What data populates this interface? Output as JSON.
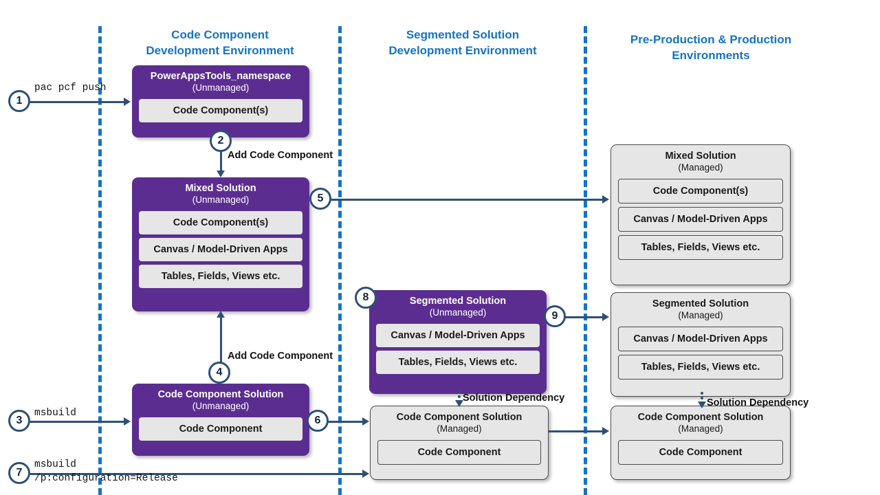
{
  "lanes": [
    {
      "title_line1": "Code Component",
      "title_line2": "Development Environment"
    },
    {
      "title_line1": "Segmented Solution",
      "title_line2": "Development Environment"
    },
    {
      "title_line1": "Pre-Production & Production",
      "title_line2": "Environments"
    }
  ],
  "colors": {
    "lane_divider": "#1373CA",
    "lane_title": "#1573C6",
    "unmanaged_fill": "#5C2D91",
    "managed_fill": "#E6E6E6",
    "connector": "#2E5077",
    "chip_fill": "#E6E6E6"
  },
  "boxes": {
    "powerappstools": {
      "title": "PowerAppsTools_namespace",
      "subtitle": "(Unmanaged)",
      "chips": [
        "Code Component(s)"
      ]
    },
    "mixed_unmanaged": {
      "title": "Mixed Solution",
      "subtitle": "(Unmanaged)",
      "chips": [
        "Code Component(s)",
        "Canvas / Model-Driven Apps",
        "Tables, Fields, Views etc."
      ]
    },
    "code_component_solution_unmanaged": {
      "title": "Code Component Solution",
      "subtitle": "(Unmanaged)",
      "chips": [
        "Code Component"
      ]
    },
    "segmented_unmanaged": {
      "title": "Segmented Solution",
      "subtitle": "(Unmanaged)",
      "chips": [
        "Canvas / Model-Driven Apps",
        "Tables, Fields, Views etc."
      ]
    },
    "code_component_solution_managed_mid": {
      "title": "Code Component Solution",
      "subtitle": "(Managed)",
      "chips": [
        "Code Component"
      ]
    },
    "mixed_managed": {
      "title": "Mixed Solution",
      "subtitle": "(Managed)",
      "chips": [
        "Code Component(s)",
        "Canvas / Model-Driven Apps",
        "Tables, Fields, Views etc."
      ]
    },
    "segmented_managed": {
      "title": "Segmented Solution",
      "subtitle": "(Managed)",
      "chips": [
        "Canvas / Model-Driven Apps",
        "Tables, Fields, Views etc."
      ]
    },
    "code_component_solution_managed_right": {
      "title": "Code Component Solution",
      "subtitle": "(Managed)",
      "chips": [
        "Code Component"
      ]
    }
  },
  "steps": {
    "s1": "1",
    "s2": "2",
    "s3": "3",
    "s4": "4",
    "s5": "5",
    "s6": "6",
    "s7": "7",
    "s8": "8",
    "s9": "9"
  },
  "labels": {
    "cmd_pac_pcf_push": "pac pcf push",
    "cmd_msbuild": "msbuild",
    "cmd_msbuild_release_l1": "msbuild",
    "cmd_msbuild_release_l2": "/p:configuration=Release",
    "add_code_component_top": "Add Code Component",
    "add_code_component_bottom": "Add Code Component",
    "solution_dependency_mid": "Solution Dependency",
    "solution_dependency_right": "Solution Dependency"
  }
}
